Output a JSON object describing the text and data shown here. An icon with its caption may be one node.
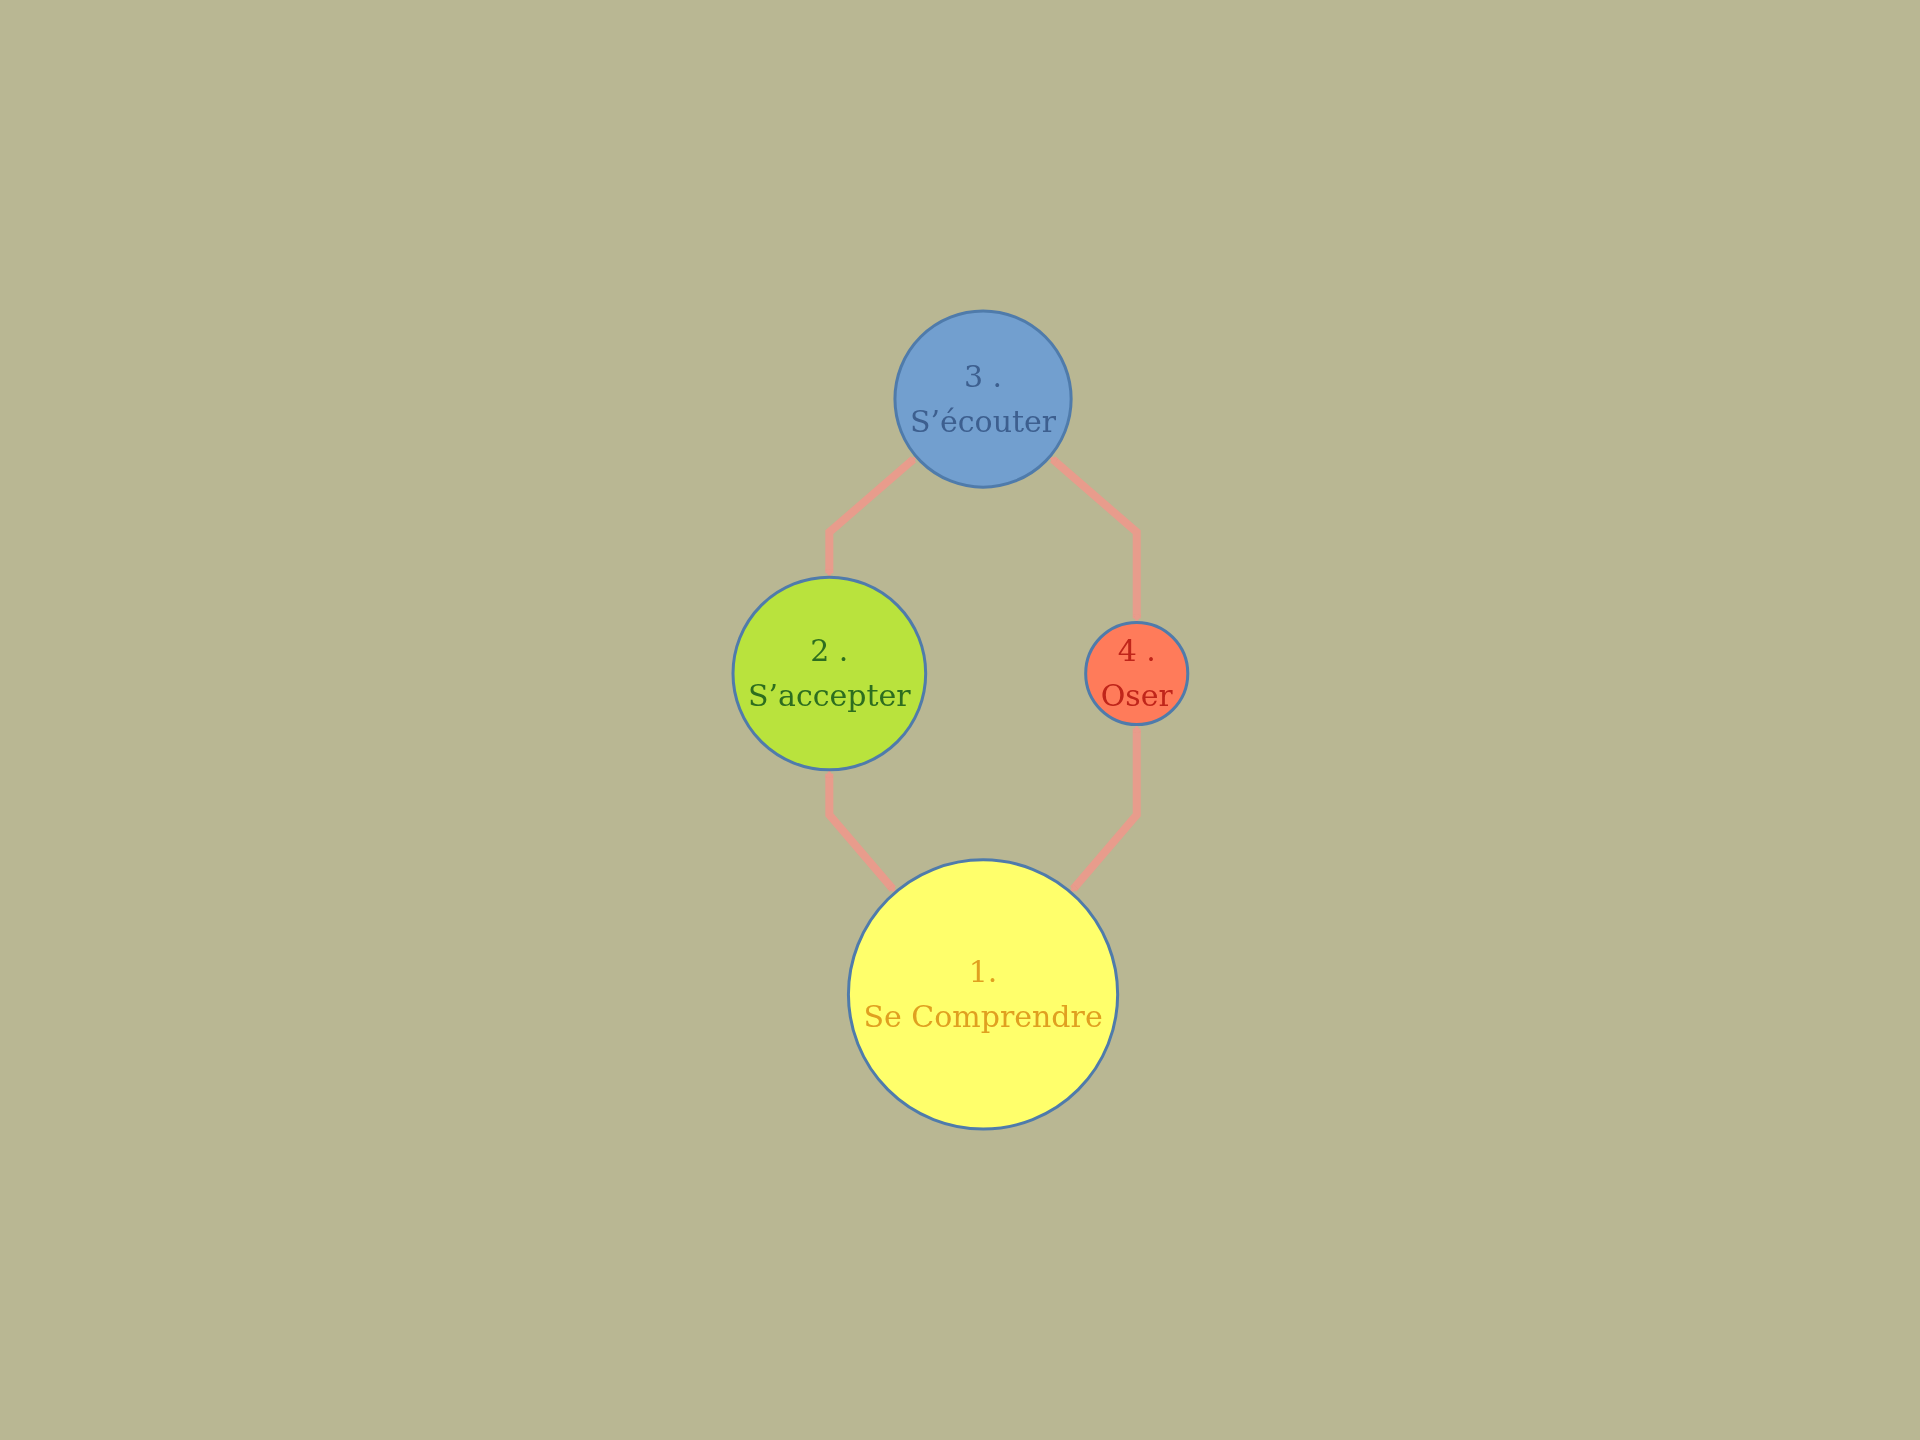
{
  "diagram": {
    "nodes": [
      {
        "text": [
          "3 .",
          "S’écouter"
        ]
      },
      {
        "text": [
          "2 .",
          "S’accepter"
        ]
      },
      {
        "text": [
          "4 .",
          "Oser"
        ]
      },
      {
        "text": [
          "1.",
          "Se Comprendre"
        ]
      }
    ],
    "edges": [
      {
        "from": 0,
        "to": 1,
        "arrow": "both"
      },
      {
        "from": 0,
        "to": 2,
        "arrow": "both"
      },
      {
        "from": 1,
        "to": 3,
        "arrow": "both"
      },
      {
        "from": 2,
        "to": 3,
        "arrow": "both"
      }
    ]
  }
}
